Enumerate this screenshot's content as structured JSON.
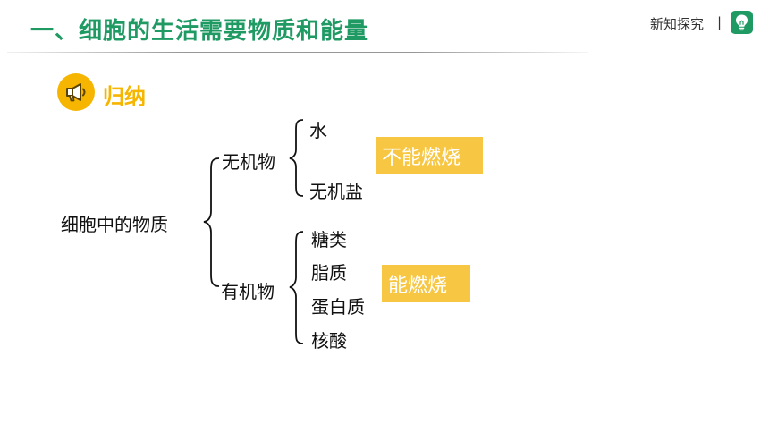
{
  "header": {
    "title": "一、细胞的生活需要物质和能量",
    "section_label": "新知探究",
    "separator": "|",
    "accent_color": "#1f9a63",
    "badge_icon": "lightbulb-icon"
  },
  "summary": {
    "label": "归纳",
    "icon": "megaphone-icon",
    "color": "#f5b500"
  },
  "diagram": {
    "root": "细胞中的物质",
    "inorganic": {
      "label": "无机物",
      "items": [
        "水",
        "无机盐"
      ],
      "note": "不能燃烧"
    },
    "organic": {
      "label": "有机物",
      "items": [
        "糖类",
        "脂质",
        "蛋白质",
        "核酸"
      ],
      "note": "能燃烧"
    },
    "note_color": "#f7c744"
  }
}
